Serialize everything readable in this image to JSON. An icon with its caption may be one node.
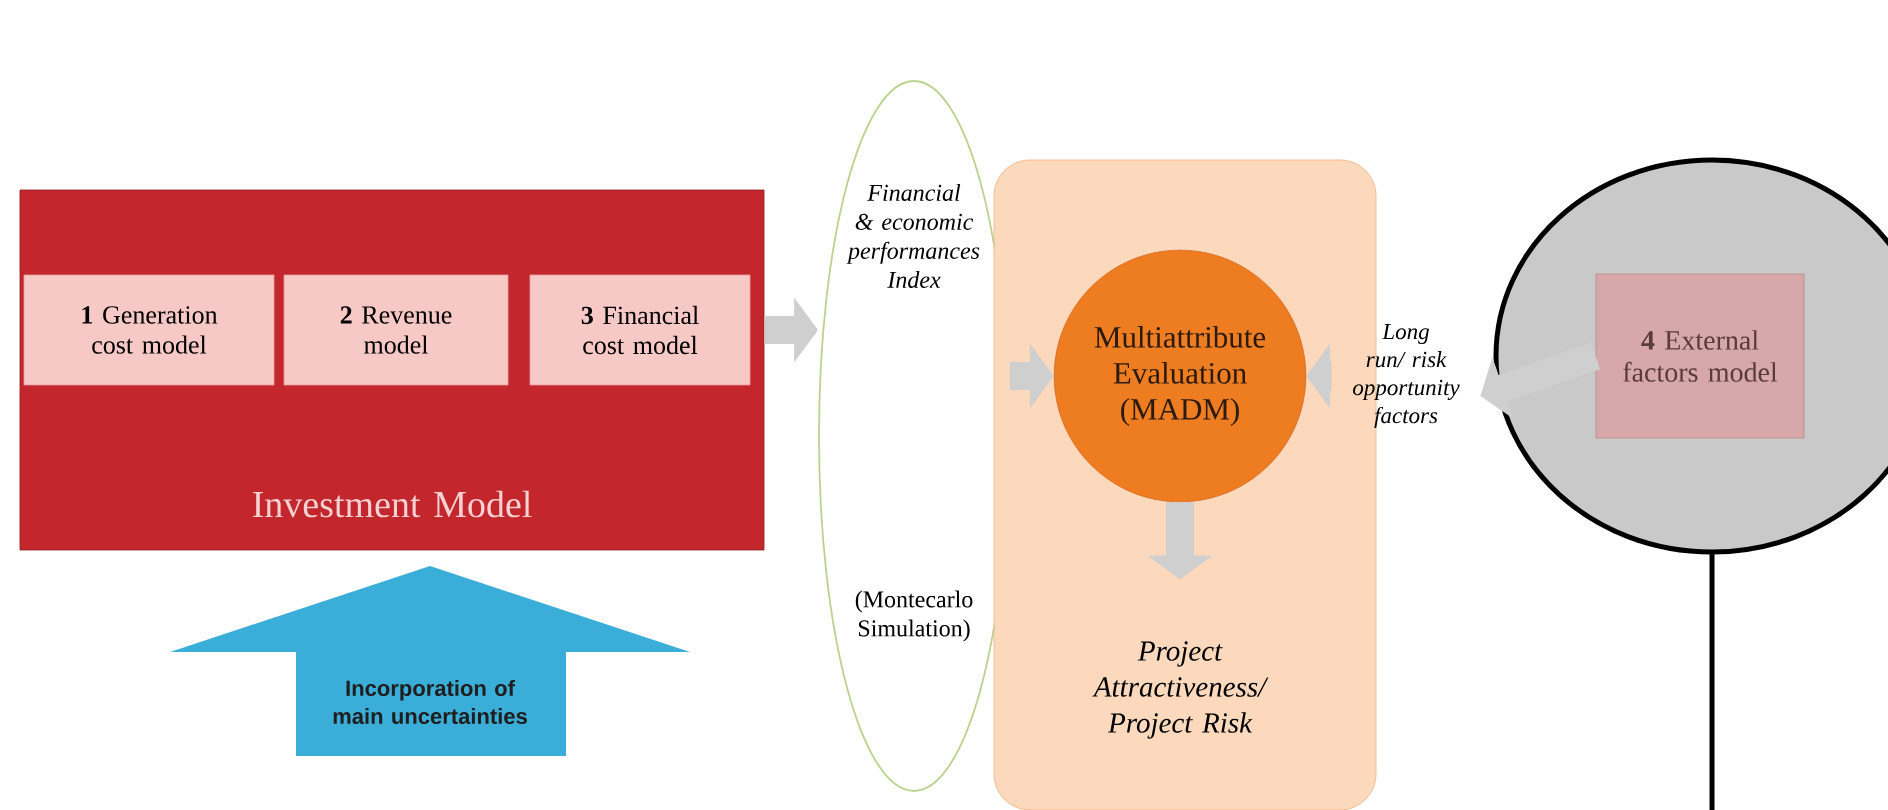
{
  "diagram": {
    "nodes": [
      {
        "text": [
          "Investment Model"
        ]
      },
      {
        "text": [
          "**1** Generation cost model"
        ],
        "in": 0
      },
      {
        "text": [
          "**2** Revenue model"
        ],
        "in": 0
      },
      {
        "text": [
          "**3** Financial cost model"
        ],
        "in": 0
      },
      {
        "text": [
          "Financial & economic performances Index",
          "(Montecarlo Simulation)"
        ]
      },
      {
        "text": [],
        "shape": "box"
      },
      {
        "text": [
          "Multiattribute Evaluation (MADM)"
        ],
        "in": 5
      },
      {
        "text": [
          "Project Attractiveness/ Project Risk"
        ],
        "in": 5
      },
      {
        "text": [
          "Long run/ risk opportunity factors"
        ]
      },
      {
        "text": [
          "**4** External factors model"
        ]
      },
      {
        "text": [
          "Incorporation of main uncertainties"
        ]
      }
    ],
    "edges": [
      {
        "from": 0,
        "to": 4,
        "arrow": "to"
      },
      {
        "from": 4,
        "to": 6,
        "arrow": "to"
      },
      {
        "from": 6,
        "to": 7,
        "arrow": "to"
      },
      {
        "from": 9,
        "to": 8,
        "arrow": "to"
      },
      {
        "from": 8,
        "to": 6,
        "arrow": "to"
      }
    ]
  }
}
